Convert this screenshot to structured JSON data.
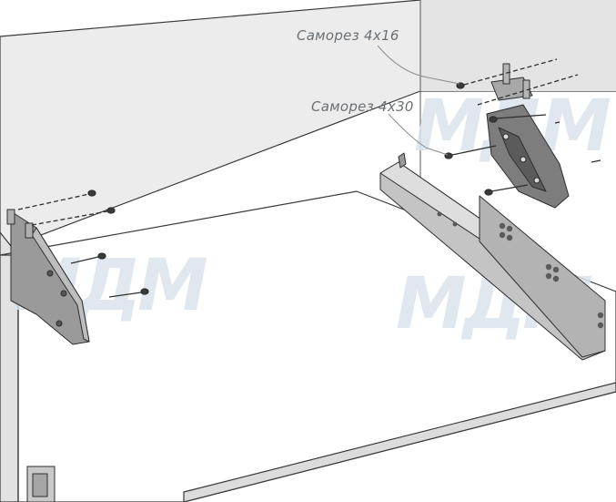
{
  "labels": {
    "screw_short": "Саморез 4х16",
    "screw_long": "Саморез 4х30"
  },
  "watermark": {
    "text": "MДM",
    "color": "#dbe3ec"
  },
  "colors": {
    "wall": "#ececec",
    "shelf": "#ffffff",
    "edge": "#3a3a3a",
    "bracket": "#9a9a9a",
    "runner": "#c4c4c4"
  }
}
